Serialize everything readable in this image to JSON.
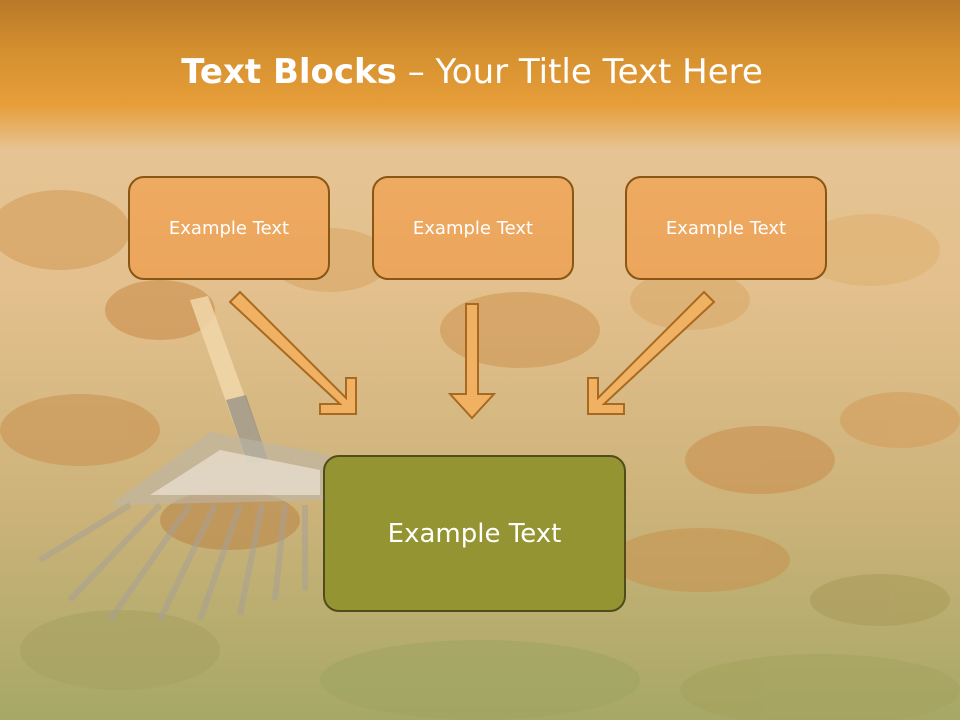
{
  "slide": {
    "title_bold": "Text Blocks",
    "title_dash": " – ",
    "title_rest": "Your Title Text Here",
    "boxes": [
      {
        "label": "Example Text"
      },
      {
        "label": "Example Text"
      },
      {
        "label": "Example Text"
      }
    ],
    "target_box": {
      "label": "Example Text"
    }
  },
  "colors": {
    "header": "#e79e3a",
    "small_box_fill": "#eba55c",
    "small_box_border": "#8a5614",
    "target_fill": "#949532",
    "arrow_fill": "#f0b262"
  }
}
